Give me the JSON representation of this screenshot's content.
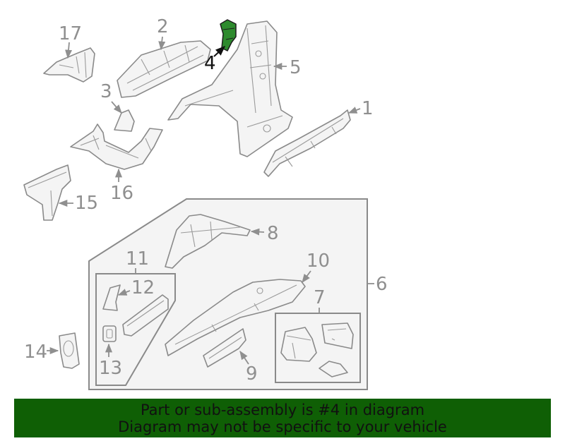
{
  "callouts": {
    "c1": "1",
    "c2": "2",
    "c3": "3",
    "c4": "4",
    "c5": "5",
    "c6": "6",
    "c7": "7",
    "c8": "8",
    "c9": "9",
    "c10": "10",
    "c11": "11",
    "c12": "12",
    "c13": "13",
    "c14": "14",
    "c15": "15",
    "c16": "16",
    "c17": "17"
  },
  "highlight": {
    "part": "4",
    "color": "#2e8b2e"
  },
  "banner": {
    "line1": "Part or sub-assembly is #4 in diagram",
    "line2": "Diagram may not be specific to your vehicle",
    "background": "#0f5f05"
  }
}
